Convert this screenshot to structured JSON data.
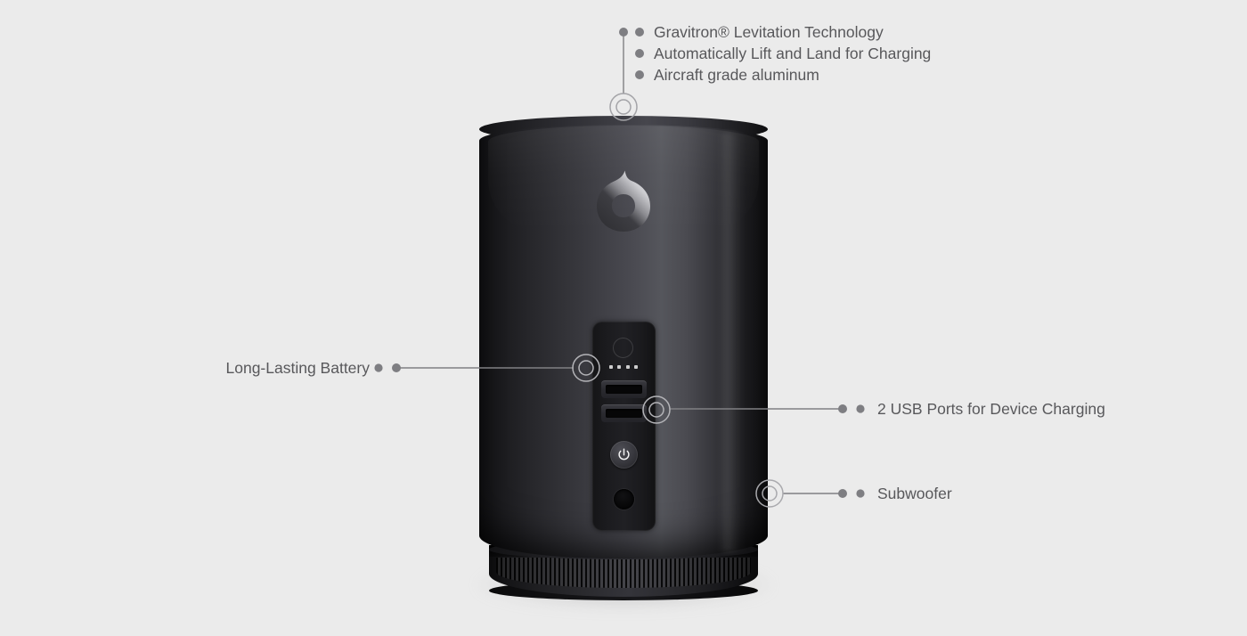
{
  "page": {
    "background_color": "#ebebeb",
    "text_color": "#58585b",
    "marker_color": "#9a9a9d",
    "line_color": "#808083"
  },
  "product": {
    "name": "levitating-speaker",
    "logo_name": "droplet-logo",
    "body_color_dark": "#0e0e10",
    "body_color_light": "#55565c",
    "panel": {
      "led_ring_name": "status-led-ring",
      "battery_indicator_dots": 4,
      "usb_ports": 2,
      "power_symbol": "⏻"
    }
  },
  "callouts": {
    "top": {
      "name": "levitation-features",
      "features": [
        "Gravitron® Levitation Technology",
        "Automatically Lift and Land for Charging",
        "Aircraft grade aluminum"
      ]
    },
    "battery": {
      "name": "battery-callout",
      "label": "Long-Lasting Battery"
    },
    "usb": {
      "name": "usb-callout",
      "label": "2 USB Ports for Device Charging"
    },
    "subwoofer": {
      "name": "subwoofer-callout",
      "label": "Subwoofer"
    }
  }
}
